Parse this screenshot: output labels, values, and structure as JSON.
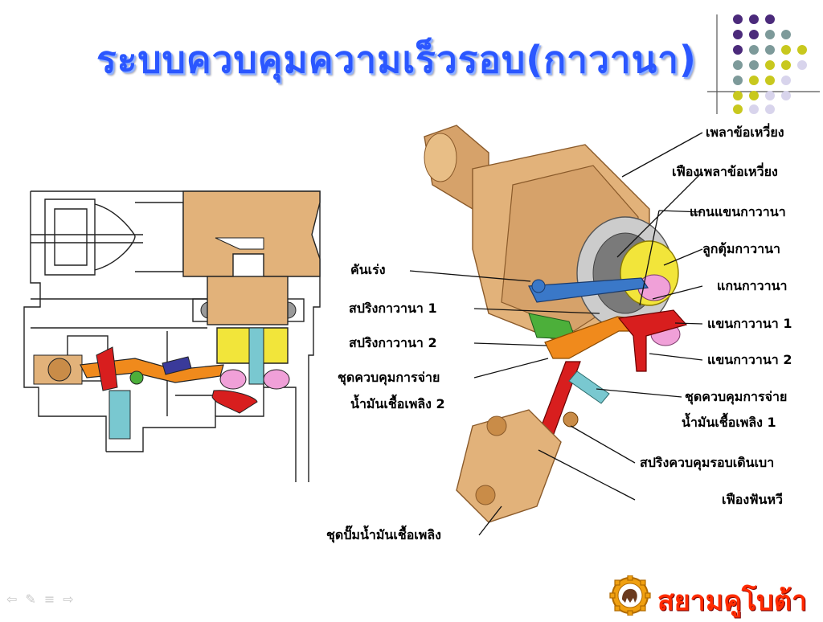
{
  "slide": {
    "title": "ระบบควบคุมความเร็วรอบ(กาวานา)"
  },
  "labels": {
    "crank_shaft": "เพลาข้อเหวี่ยง",
    "crank_gear": "เฟืองเพลาข้อเหวี่ยง",
    "governor_arm_shaft": "แกนแขนกาวานา",
    "governor_weight": "ลูกตุ้มกาวานา",
    "governor_shaft": "แกนกาวานา",
    "governor_lever_1": "แขนกาวานา 1",
    "governor_lever_2": "แขนกาวานา 2",
    "fuel_control_1_line1": "ชุดควบคุมการจ่าย",
    "fuel_control_1_line2": "น้ำมันเชื้อเพลิง 1",
    "idle_spring": "สปริงควบคุมรอบเดินเบา",
    "rack_gear": "เฟืองฟันหวี",
    "injection_pump": "ชุดปั๊มน้ำมันเชื้อเพลิง",
    "throttle_lever": "คันเร่ง",
    "governor_spring_1": "สปริงกาวานา 1",
    "governor_spring_2": "สปริงกาวานา 2",
    "fuel_control_2_line1": "ชุดควบคุมการจ่าย",
    "fuel_control_2_line2": "น้ำมันเชื้อเพลิง 2"
  },
  "logo": {
    "text": "สยามคูโบต้า",
    "color": "#ff2a00"
  },
  "nav": {
    "prev": "⇦",
    "pen": "✎",
    "menu": "≡",
    "next": "⇨"
  },
  "colors": {
    "title": "#2b57ff",
    "orange_part": "#f08a1c",
    "red_part": "#d81e1e",
    "blue_part": "#3a78c8",
    "green_part": "#4caf3a",
    "yellow_part": "#f2e53a",
    "pink_part": "#f0a0d8",
    "tan_part": "#e2b27a"
  }
}
